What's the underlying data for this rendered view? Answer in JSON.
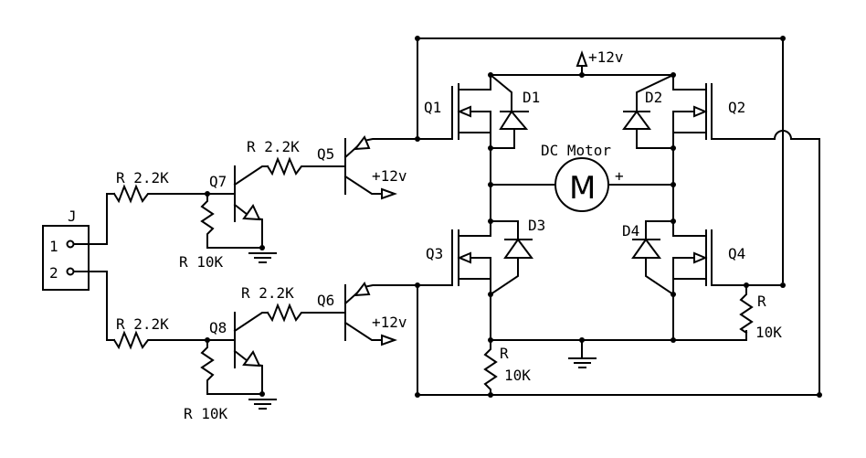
{
  "diagram": {
    "type": "circuit-schematic",
    "title": "H-bridge DC motor driver",
    "colors": {
      "line": "#000000",
      "background": "#ffffff"
    },
    "connector": {
      "name": "J",
      "pins": [
        "1",
        "2"
      ]
    },
    "labels": {
      "r_in_top": "R 2.2K",
      "r_in_bot": "R 2.2K",
      "r_pd_top": "R 10K",
      "r_pd_bot": "R 10K",
      "q7": "Q7",
      "q8": "Q8",
      "r_mid_top": "R 2.2K",
      "r_mid_bot": "R 2.2K",
      "q5": "Q5",
      "q6": "Q6",
      "v_q5": "+12v",
      "v_q6": "+12v",
      "v_top": "+12v",
      "q1": "Q1",
      "q2": "Q2",
      "q3": "Q3",
      "q4": "Q4",
      "d1": "D1",
      "d2": "D2",
      "d3": "D3",
      "d4": "D4",
      "motor_title": "DC Motor",
      "motor_symbol": "M",
      "motor_plus": "+",
      "r_q3_r": "R",
      "r_q3_v": "10K",
      "r_q4_r": "R",
      "r_q4_v": "10K"
    }
  }
}
